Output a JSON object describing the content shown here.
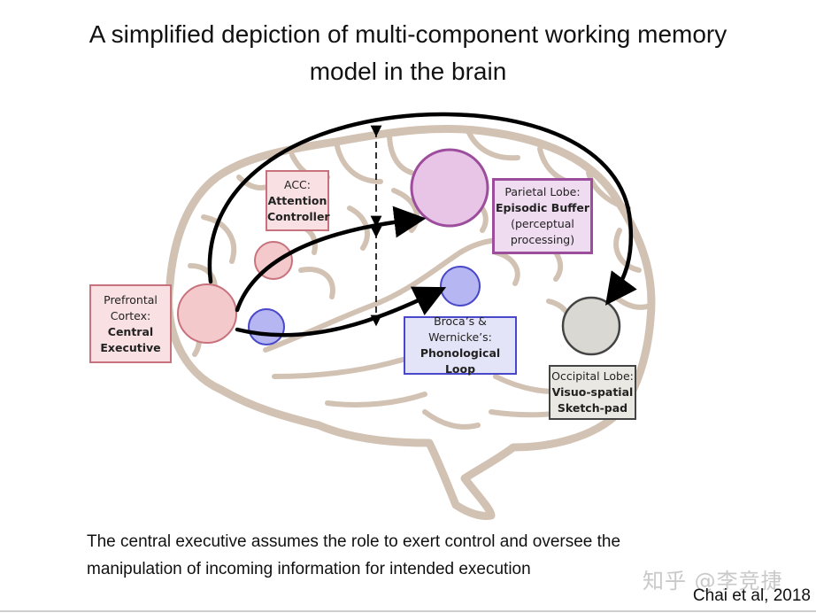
{
  "title": {
    "line1": "A simplified depiction of multi-component working memory",
    "line2": "model in the brain"
  },
  "boxes": {
    "prefrontal": {
      "line1": "Prefrontal",
      "line2": "Cortex:",
      "bold1": "Central",
      "bold2": "Executive"
    },
    "acc": {
      "line1": "ACC:",
      "bold1": "Attention",
      "bold2": "Controller"
    },
    "parietal": {
      "line1": "Parietal Lobe:",
      "bold1": "Episodic Buffer",
      "line2": "(perceptual",
      "line3": "processing)"
    },
    "broca": {
      "line1": "Broca’s &",
      "line2": "Wernicke’s:",
      "bold1": "Phonological Loop"
    },
    "occipital": {
      "line1": "Occipital Lobe:",
      "bold1": "Visuo-spatial",
      "bold2": "Sketch-pad"
    }
  },
  "caption": {
    "line1": "The central executive assumes the role to exert control and oversee the",
    "line2": "manipulation of incoming information for intended execution"
  },
  "citation": "Chai et al, 2018",
  "watermark": "知乎 @李竞捷",
  "colors": {
    "brain_outline": "#d2c2b3",
    "central_executive": "#f3c9cc",
    "acc_circle": "#f3c9cc",
    "episodic_buffer": "#e8c4e7",
    "phonological": "#b6b6f2",
    "visuospatial": "#d9d8d3",
    "arrow": "#000000"
  }
}
